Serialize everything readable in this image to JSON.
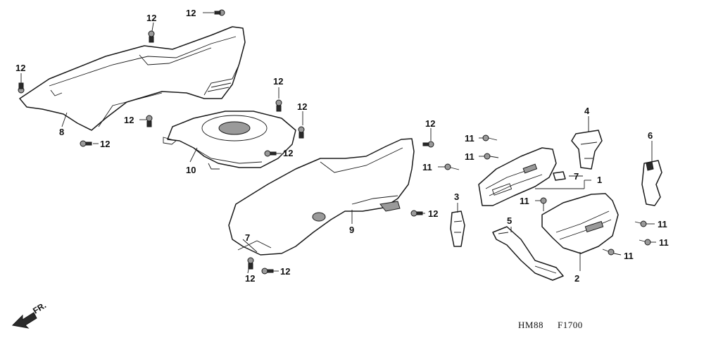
{
  "callouts": {
    "c1": "1",
    "c2": "2",
    "c3": "3",
    "c4": "4",
    "c5": "5",
    "c6": "6",
    "c7a": "7",
    "c7b": "7",
    "c8": "8",
    "c9": "9",
    "c10": "10",
    "c11": "11",
    "c12": "12"
  },
  "direction": {
    "label": "FR."
  },
  "footer": {
    "model_code": "HM88",
    "figure_code": "F1700"
  }
}
